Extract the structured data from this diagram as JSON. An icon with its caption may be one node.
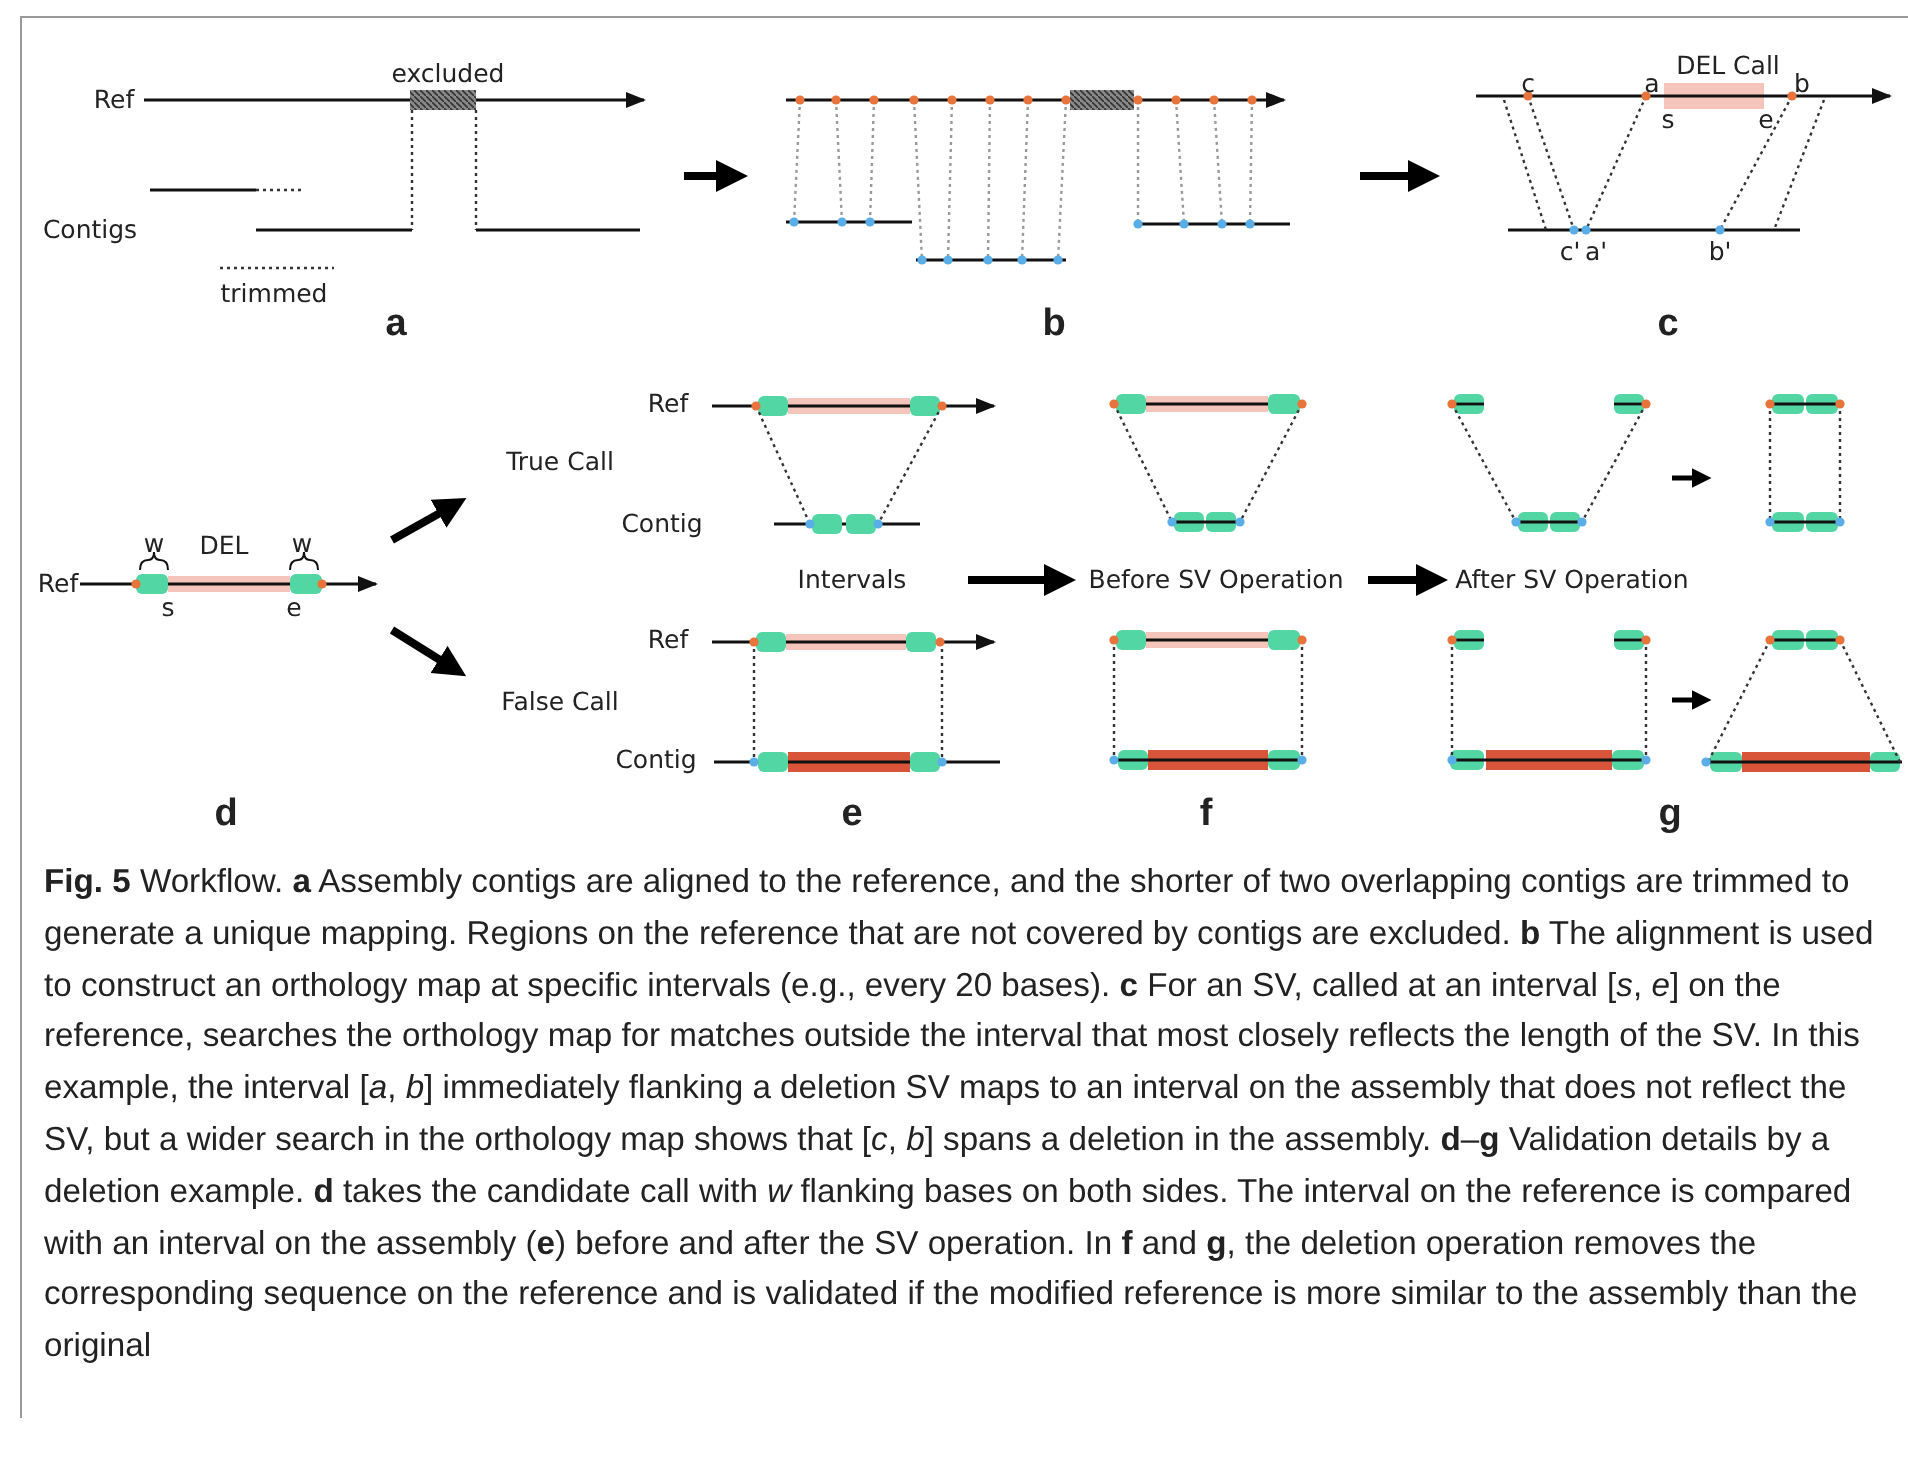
{
  "diagram": {
    "caption": "**Fig. 5** Workflow. **a** Assembly contigs are aligned to the reference, and the shorter of two overlapping contigs are trimmed to generate a unique mapping. Regions on the reference that are not covered by contigs are excluded. **b** The alignment is used to construct an orthology map at specific intervals (e.g., every 20 bases). **c** For an SV, called at an interval [*s*, *e*] on the reference, searches the orthology map for matches outside the interval that most closely reflects the length of the SV. In this example, the interval [*a*, *b*] immediately flanking a deletion SV maps to an interval on the assembly that does not reflect the SV, but a wider search in the orthology map shows that [*c*, *b*] spans a deletion in the assembly. **d**–**g** Validation details by a deletion example. **d** takes the candidate call with *w* flanking bases on both sides. The interval on the reference is compared with an interval on the assembly (**e**) before and after the SV operation. In **f** and **g**, the deletion operation removes the corresponding sequence on the reference and is validated if the modified reference is more similar to the assembly than the original",
    "labels": [
      "excluded",
      "Ref",
      "Contigs",
      "trimmed",
      "a",
      "DEL Call",
      "c",
      "a",
      "b",
      "s",
      "e",
      "c'",
      "a'",
      "b'",
      "b",
      "c",
      "Ref",
      "True Call",
      "Contig",
      "w",
      "DEL",
      "w",
      "Ref",
      "s",
      "e",
      "Intervals",
      "Before SV Operation",
      "After SV Operation",
      "Ref",
      "False Call",
      "Contig",
      "d",
      "e",
      "f",
      "g"
    ]
  }
}
